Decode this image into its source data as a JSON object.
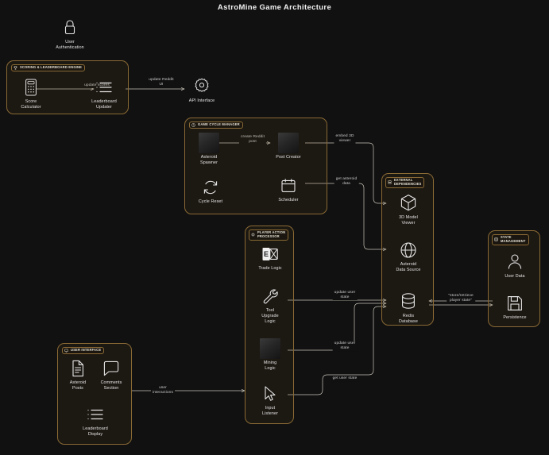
{
  "title": "AstroMine Game Architecture",
  "colors": {
    "background": "#111111",
    "group_border": "#8a6a35",
    "group_fill": "rgba(118,86,36,0.12)",
    "edge": "#c9c4b8",
    "text": "#e6e6e6"
  },
  "standalone_nodes": [
    {
      "id": "user-authentication",
      "label": "User\nAuthentication",
      "icon": "lock-icon"
    },
    {
      "id": "api-interface",
      "label": "API Interface",
      "icon": "gear-icon"
    }
  ],
  "groups": [
    {
      "id": "scoring-leaderboard-engine",
      "label": "SCORING & LEADERBOARD ENGINE",
      "icon": "trophy-icon",
      "nodes": [
        {
          "id": "score-calculator",
          "label": "Score\nCalculator",
          "icon": "calculator-icon"
        },
        {
          "id": "leaderboard-updater",
          "label": "Leaderboard\nUpdater",
          "icon": "list-icon"
        }
      ]
    },
    {
      "id": "game-cycle-manager",
      "label": "GAME CYCLE MANAGER",
      "icon": "clock-icon",
      "nodes": [
        {
          "id": "asteroid-spawner",
          "label": "Asteroid\nSpawner",
          "icon": "image-tile-icon"
        },
        {
          "id": "post-creator",
          "label": "Post Creator",
          "icon": "image-tile-icon"
        },
        {
          "id": "cycle-reset",
          "label": "Cycle Reset",
          "icon": "refresh-icon"
        },
        {
          "id": "scheduler",
          "label": "Scheduler",
          "icon": "calendar-icon"
        }
      ]
    },
    {
      "id": "player-action-processor",
      "label": "PLAYER ACTION\nPROCESSOR",
      "icon": "cpu-icon",
      "nodes": [
        {
          "id": "trade-logic",
          "label": "Trade Logic",
          "icon": "spreadsheet-icon"
        },
        {
          "id": "tool-upgrade-logic",
          "label": "Tool\nUpgrade\nLogic",
          "icon": "wrench-icon"
        },
        {
          "id": "mining-logic",
          "label": "Mining\nLogic",
          "icon": "image-tile-icon"
        },
        {
          "id": "input-listener",
          "label": "Input\nListener",
          "icon": "cursor-icon"
        }
      ]
    },
    {
      "id": "external-dependencies",
      "label": "EXTERNAL\nDEPENDENCIES",
      "icon": "server-icon",
      "nodes": [
        {
          "id": "3d-model-viewer",
          "label": "3D Model\nViewer",
          "icon": "cube-icon"
        },
        {
          "id": "asteroid-data-source",
          "label": "Asteroid\nData Source",
          "icon": "globe-icon"
        },
        {
          "id": "redis-database",
          "label": "Redis\nDatabase",
          "icon": "database-icon"
        }
      ]
    },
    {
      "id": "state-management",
      "label": "STATE\nMANAGEMENT",
      "icon": "layers-icon",
      "nodes": [
        {
          "id": "user-data",
          "label": "User Data",
          "icon": "person-icon"
        },
        {
          "id": "persistence",
          "label": "Persistence",
          "icon": "save-icon"
        }
      ]
    },
    {
      "id": "user-interface",
      "label": "USER INTERFACE",
      "icon": "monitor-icon",
      "nodes": [
        {
          "id": "asteroid-posts",
          "label": "Asteroid\nPosts",
          "icon": "document-icon"
        },
        {
          "id": "comments-section",
          "label": "Comments\nSection",
          "icon": "comment-icon"
        },
        {
          "id": "leaderboard-display",
          "label": "Leaderboard\nDisplay",
          "icon": "list-icon"
        }
      ]
    }
  ],
  "edges": [
    {
      "id": "edge-update-scores",
      "label": "update scores",
      "from": "score-calculator",
      "to": "leaderboard-updater"
    },
    {
      "id": "edge-update-reddit-ui",
      "label": "update Reddit\nUI",
      "from": "leaderboard-updater",
      "to": "api-interface"
    },
    {
      "id": "edge-create-reddit-post",
      "label": "create Reddit\npost",
      "from": "asteroid-spawner",
      "to": "post-creator"
    },
    {
      "id": "edge-embed-3d-viewer",
      "label": "embed 3D\nviewer",
      "from": "post-creator",
      "to": "3d-model-viewer"
    },
    {
      "id": "edge-get-asteroid-data",
      "label": "get asteroid\ndata",
      "from": "scheduler",
      "to": "asteroid-data-source"
    },
    {
      "id": "edge-update-user-state-trade",
      "label": "update user\nstate",
      "from": "tool-upgrade-logic",
      "to": "redis-database"
    },
    {
      "id": "edge-update-user-state-mining",
      "label": "update user\nstate",
      "from": "mining-logic",
      "to": "redis-database"
    },
    {
      "id": "edge-get-user-state",
      "label": "get user state",
      "from": "input-listener",
      "to": "redis-database"
    },
    {
      "id": "edge-store-retrieve-player-state",
      "label": "\"store/retrieve\nplayer state\"",
      "from": "user-data",
      "to": "redis-database"
    },
    {
      "id": "edge-user-interactions",
      "label": "user\ninteractions",
      "from": "user-interface",
      "to": "input-listener"
    }
  ]
}
